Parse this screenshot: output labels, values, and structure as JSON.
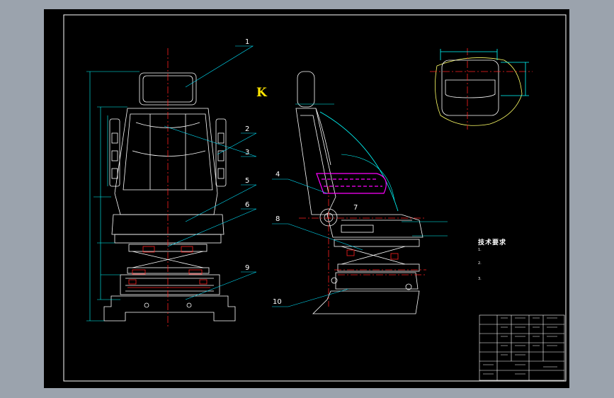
{
  "drawing": {
    "view_mark": "K",
    "callouts": [
      "1",
      "2",
      "3",
      "4",
      "5",
      "6",
      "7",
      "8",
      "9",
      "10"
    ],
    "tech_requirements": {
      "title": "技术要求",
      "notes": [
        "1.",
        "2.",
        "3."
      ]
    }
  },
  "colors": {
    "background": "#000000",
    "frame": "#ffffff",
    "centerline": "#ff2020",
    "dimension": "#00ffff",
    "leader": "#00e5ff",
    "highlight": "#ff00ff",
    "view_mark": "#ffe600",
    "cloud": "#ffff66"
  }
}
